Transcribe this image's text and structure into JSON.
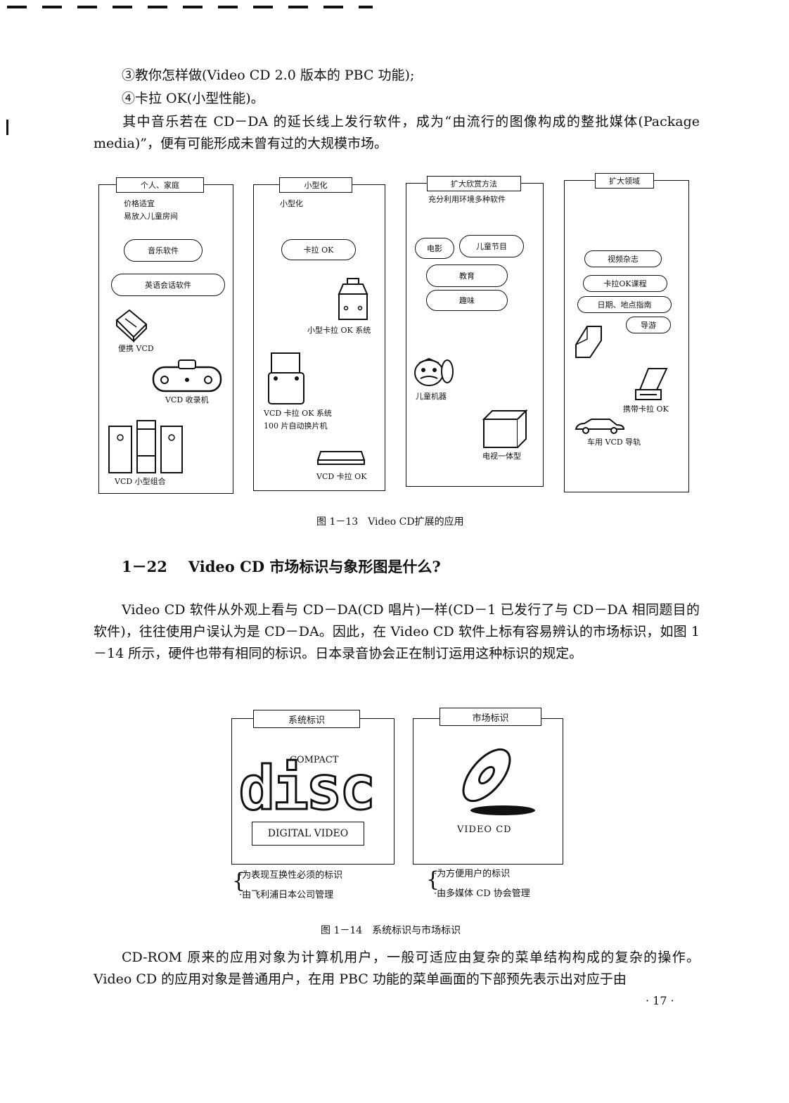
{
  "top_lines": [
    "③教你怎样做(Video CD 2.0 版本的 PBC 功能);",
    "④卡拉 OK(小型性能)。"
  ],
  "paragraph1": "其中音乐若在 CD－DA 的延长线上发行软件，成为“由流行的图像构成的整批媒体(Package media)”，便有可能形成未曾有过的大规模市场。",
  "figure13": {
    "panels": [
      {
        "tag": "个人、家庭",
        "lines": [
          "价格适宜",
          "易放入儿童房间"
        ],
        "pills": [
          "音乐软件",
          "英语会话软件"
        ],
        "items": [
          "便携 VCD",
          "VCD 收录机",
          "VCD 小型组合"
        ]
      },
      {
        "tag": "小型化",
        "lines": [
          "小型化"
        ],
        "pills": [
          "卡拉 OK"
        ],
        "items": [
          "小型卡拉 OK 系统",
          "VCD 卡拉 OK 系统",
          "100 片自动换片机",
          "VCD 卡拉 OK"
        ]
      },
      {
        "tag": "扩大欣赏方法",
        "lines": [
          "充分利用环境多种软件"
        ],
        "pills": [
          "电影",
          "儿童节目",
          "教育",
          "趣味"
        ],
        "items": [
          "儿童机器",
          "电视一体型"
        ]
      },
      {
        "tag": "扩大领域",
        "lines": [],
        "pills": [
          "视频杂志",
          "卡拉OK课程",
          "日期、地点指南",
          "导游"
        ],
        "items": [
          "携带卡拉 OK",
          "车用 VCD 导轨"
        ]
      }
    ],
    "caption": "图 1－13　Video CD扩展的应用"
  },
  "section": {
    "number": "1－22",
    "title": "Video CD 市场标识与象形图是什么?"
  },
  "paragraph2": "Video CD 软件从外观上看与 CD－DA(CD 唱片)一样(CD－1 已发行了与 CD－DA 相同题目的软件)，往往使用户误认为是 CD－DA。因此，在 Video CD 软件上标有容易辨认的市场标识，如图 1－14 所示，硬件也带有相同的标识。日本录音协会正在制订运用这种标识的规定。",
  "figure14": {
    "left": {
      "tag": "系统标识",
      "compact": "COMPACT",
      "disc": "disc",
      "digital_video": "DIGITAL VIDEO",
      "notes": [
        "·为表现互换性必须的标识",
        "·由飞利浦日本公司管理"
      ]
    },
    "right": {
      "tag": "市场标识",
      "logo_text": "VIDEO  CD",
      "notes": [
        "·为方便用户的标识",
        "·由多媒体 CD 协会管理"
      ]
    },
    "caption": "图 1－14　系统标识与市场标识"
  },
  "paragraph3": "CD-ROM 原来的应用对象为计算机用户，一般可适应由复杂的菜单结构构成的复杂的操作。Video CD 的应用对象是普通用户，在用 PBC 功能的菜单画面的下部预先表示出对应于由",
  "page_number": "· 17 ·"
}
